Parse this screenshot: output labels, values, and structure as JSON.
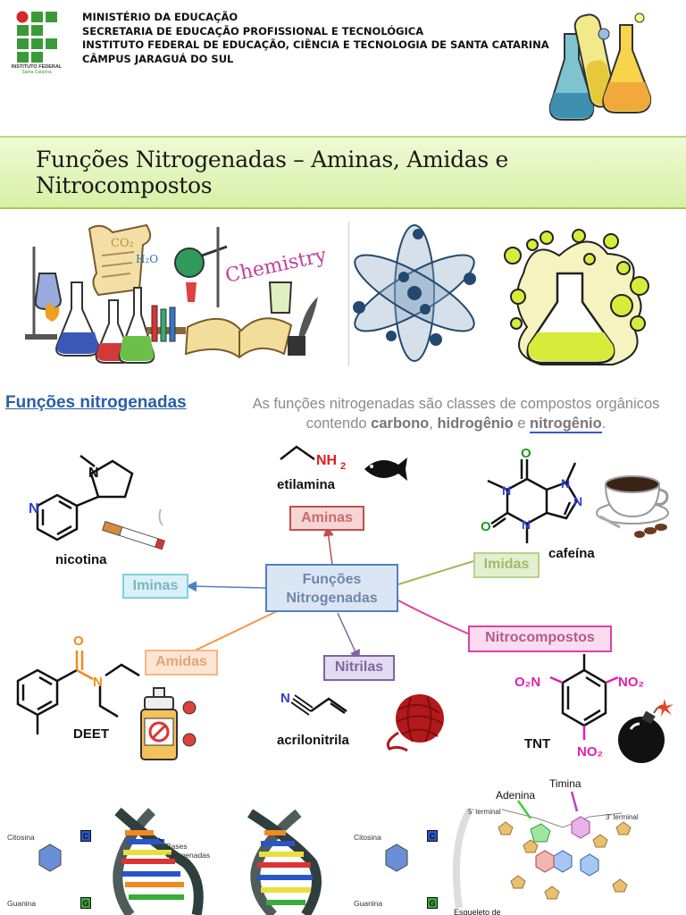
{
  "header": {
    "lines": [
      "MINISTÉRIO DA EDUCAÇÃO",
      "SECRETARIA DE EDUCAÇÃO PROFISSIONAL E TECNOLÓGICA",
      "INSTITUTO FEDERAL DE EDUCAÇÃO, CIÊNCIA E TECNOLOGIA DE SANTA CATARINA",
      "CÂMPUS JARAGUÁ DO SUL"
    ],
    "logo_line1": "INSTITUTO FEDERAL",
    "logo_line2": "Santa Catarina"
  },
  "title": "Funções Nitrogenadas – Aminas, Amidas e Nitrocompostos",
  "illustration": {
    "co2": "CO₂",
    "h2o": "H₂O",
    "chemistry": "Chemistry"
  },
  "section": {
    "heading": "Funções nitrogenadas",
    "intro_part1": "As funções nitrogenadas são classes de compostos orgânicos contendo ",
    "intro_carbono": "carbono",
    "intro_sep1": ", ",
    "intro_hidrogenio": "hidrogênio",
    "intro_sep2": " e ",
    "intro_nitrogenio": "nitrogênio",
    "intro_end": "."
  },
  "mindmap": {
    "center_line1": "Funções",
    "center_line2": "Nitrogenadas",
    "aminas": "Aminas",
    "iminas": "Iminas",
    "imidas": "Imidas",
    "amidas": "Amidas",
    "nitrilas": "Nitrilas",
    "nitrocompostos": "Nitrocompostos"
  },
  "compounds": {
    "nicotina": "nicotina",
    "etilamina": "etilamina",
    "cafeina": "cafeína",
    "deet": "DEET",
    "acrilonitrila": "acrilonitrila",
    "tnt": "TNT"
  },
  "dna": {
    "citosina": "Citosina",
    "c": "C",
    "guanina": "Guanina",
    "g": "G",
    "bases_line1": "Bases",
    "bases_line2": "nitrogenadas",
    "adenina": "Adenina",
    "timina": "Timina",
    "terminal5": "5' terminal",
    "terminal3": "3' terminal",
    "esqueleto": "Esqueleto de"
  },
  "colors": {
    "aminas": "#c0504d",
    "iminas": "#4bacc6",
    "imidas": "#9bbb59",
    "amidas": "#f79646",
    "nitrilas": "#8064a2",
    "nitrocompostos": "#e040a0",
    "center": "#4f81bd"
  }
}
